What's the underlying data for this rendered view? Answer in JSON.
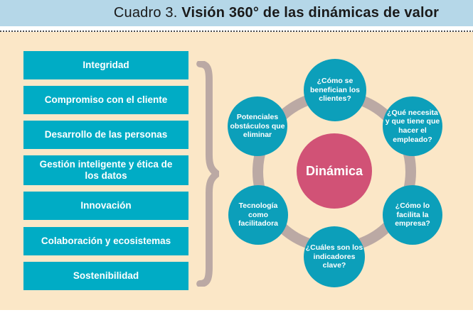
{
  "header": {
    "title_prefix": "Cuadro 3.",
    "title_main": "Visión 360° de las dinámicas de valor"
  },
  "value_pillars": {
    "items": [
      "Integridad",
      "Compromiso con el cliente",
      "Desarrollo de las personas",
      "Gestión inteligente y ética de los datos",
      "Innovación",
      "Colaboración y ecosistemas",
      "Sostenibilidad"
    ]
  },
  "dynamics_wheel": {
    "center_label": "Dinámica",
    "nodes": [
      {
        "position": "top",
        "label": "¿Cómo se benefician los clientes?"
      },
      {
        "position": "top-right",
        "label": "¿Qué necesita y que tiene que hacer el empleado?"
      },
      {
        "position": "bottom-right",
        "label": "¿Cómo lo facilita la empresa?"
      },
      {
        "position": "bottom",
        "label": "¿Cuáles son los indicadores clave?"
      },
      {
        "position": "bottom-left",
        "label": "Tecnología como facilitadora"
      },
      {
        "position": "top-left",
        "label": "Potenciales obstáculos que eliminar"
      }
    ]
  },
  "colors": {
    "title_bar_bg": "#b5d7e8",
    "background_peach": "#fbe7c7",
    "pillar_teal": "#00acc5",
    "node_teal": "#0c9fba",
    "hub_pink": "#d15276",
    "ring_taupe": "#bba9a4",
    "title_text": "#1a1a1a"
  }
}
